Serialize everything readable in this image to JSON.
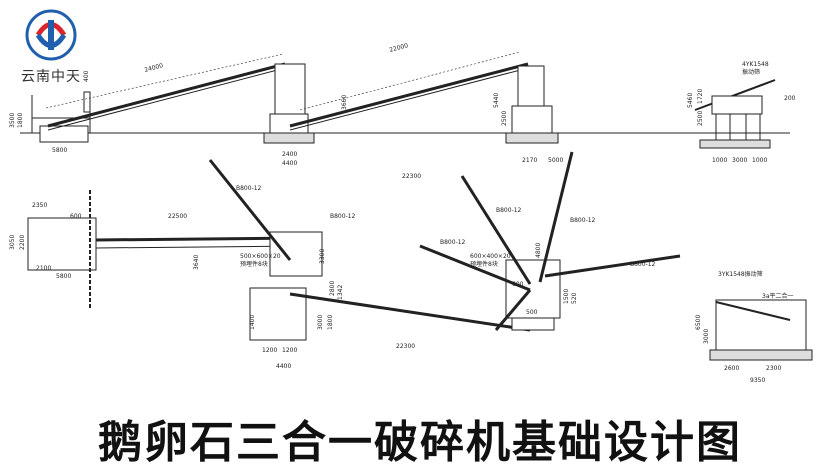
{
  "brand": {
    "name": "云南中天",
    "primary_color": "#d8262c",
    "secondary_color": "#1f5fae"
  },
  "title": "鹅卵石三合一破碎机基础设计图",
  "drawing": {
    "top_dims": {
      "conveyor1": "24000",
      "conveyor2": "22000",
      "hopper_w": "5800",
      "hopper_h1": "3500",
      "hopper_h2": "1800",
      "h_400": "400",
      "crusher_w1": "2400",
      "crusher_w2": "4400",
      "crusher_h": "3660",
      "spacing": "22300",
      "h5440": "5440",
      "h2500": "2500",
      "w2170": "2170",
      "w5000": "5000",
      "screen_title": "4YK1548",
      "screen_sub": "振动筛",
      "screen_h": "5460",
      "screen_h2": "1720",
      "screen_h3": "2500",
      "screen_w1": "1000",
      "screen_w2": "3000",
      "screen_w3": "1000",
      "screen_side": "200"
    },
    "plan_dims": {
      "d2350": "2350",
      "d600": "600",
      "d22500": "22500",
      "d2100": "2100",
      "d5800": "5800",
      "d3050": "3050",
      "d2200": "2200",
      "d3640": "3640",
      "d500x600": "500×600×20",
      "d_pre": "预埋件8块",
      "d3300": "3300",
      "d2800": "2800",
      "d1200a": "1200",
      "d1200b": "1200",
      "d4400": "4400",
      "d22300": "22300",
      "d1400": "1400",
      "d3000": "3000",
      "d1800": "1800",
      "d1342": "1342",
      "d600x400": "600×400×20",
      "d_pre2": "预埋件8块",
      "d4800": "4800",
      "d1500": "1500",
      "d520": "520",
      "d600b": "600",
      "d500": "500"
    },
    "arm_labels": [
      "B800-12",
      "B800-12",
      "B800-12",
      "B800-12",
      "B800-12",
      "B800-12"
    ],
    "section": {
      "title": "3YK1548振动筛",
      "label_a": "3a平二合一",
      "w2600": "2600",
      "w2300": "2300",
      "w9350": "9350",
      "h6500": "6500",
      "h3000": "3000"
    }
  }
}
